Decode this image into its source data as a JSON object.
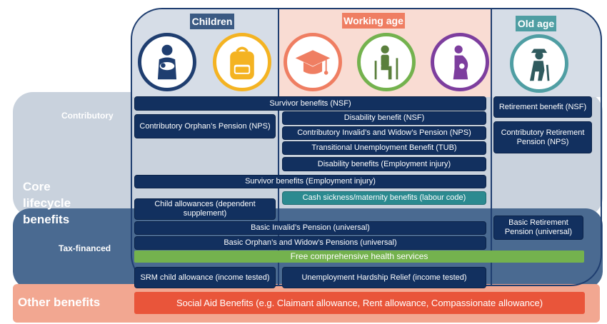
{
  "rows": {
    "contributory": "Contributory",
    "core": "Core lifecycle benefits",
    "tax_financed": "Tax-financed",
    "other": "Other benefits"
  },
  "columns": {
    "children": "Children",
    "working_age": "Working age",
    "old_age": "Old age"
  },
  "colors": {
    "children_header": "#3b5a83",
    "working_header": "#ef7e62",
    "old_header": "#4f9ea3",
    "box": "#12305f",
    "teal_box": "#2b8a90",
    "health_bar": "#74b24e",
    "social_aid": "#e9553a"
  },
  "icons": [
    "mother-baby-icon",
    "school-bag-icon",
    "graduation-cap-icon",
    "worker-crutches-icon",
    "pregnant-woman-icon",
    "elderly-cane-icon"
  ],
  "benefits": {
    "survivor_nsf": "Survivor benefits (NSF)",
    "orphan_nps": "Contributory Orphan’s Pension (NPS)",
    "disability_nsf": "Disability benefit (NSF)",
    "invalid_widow_nps": "Contributory Invalid’s and Widow’s Pension (NPS)",
    "tub": "Transitional Unemployment Benefit (TUB)",
    "disability_injury": "Disability benefits (Employment injury)",
    "survivor_injury": "Survivor benefits (Employment injury)",
    "cash_sickness": "Cash sickness/maternity benefits (labour code)",
    "child_allowances": "Child allowances (dependent supplement)",
    "basic_invalid": "Basic Invalid’s Pension (universal)",
    "basic_orphan_widow": "Basic Orphan’s and Widow’s Pensions (universal)",
    "health": "Free comprehensive health services",
    "srm_child": "SRM child allowance (income tested)",
    "hardship": "Unemployment Hardship Relief (income tested)",
    "retirement_nsf": "Retirement benefit (NSF)",
    "contrib_retirement_nps": "Contributory Retirement Pension (NPS)",
    "basic_retirement": "Basic Retirement Pension (universal)",
    "social_aid": "Social Aid Benefits (e.g. Claimant allowance, Rent allowance, Compassionate allowance)"
  }
}
